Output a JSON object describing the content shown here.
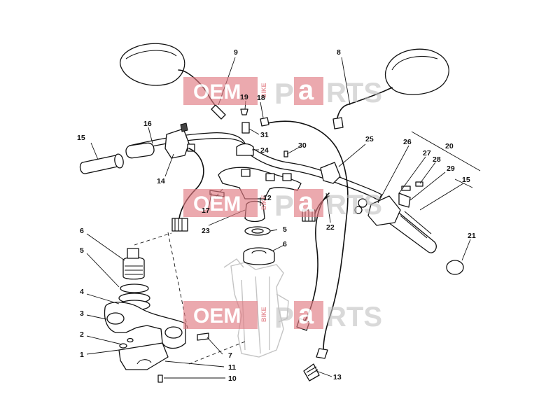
{
  "watermark": {
    "oem": "OEM",
    "side_text": "BIKE",
    "p": "P",
    "a": "a",
    "rts": "RTS"
  },
  "callouts": [
    "1",
    "2",
    "3",
    "4",
    "5",
    "6",
    "7",
    "8",
    "9",
    "10",
    "11",
    "12",
    "13",
    "14",
    "15",
    "16",
    "17",
    "18",
    "19",
    "20",
    "21",
    "22",
    "23",
    "24",
    "25",
    "26",
    "27",
    "28",
    "29",
    "30",
    "31"
  ],
  "labels": {
    "c1": "1",
    "c2": "2",
    "c3": "3",
    "c4": "4",
    "c5a": "5",
    "c5b": "5",
    "c6a": "6",
    "c6b": "6",
    "c7": "7",
    "c8": "8",
    "c9": "9",
    "c10": "10",
    "c11": "11",
    "c12": "12",
    "c13": "13",
    "c14": "14",
    "c15a": "15",
    "c15b": "15",
    "c16": "16",
    "c17": "17",
    "c18": "18",
    "c19": "19",
    "c20": "20",
    "c21": "21",
    "c22": "22",
    "c23": "23",
    "c24": "24",
    "c25": "25",
    "c26": "26",
    "c27": "27",
    "c28": "28",
    "c29": "29",
    "c30": "30",
    "c31": "31"
  },
  "colors": {
    "watermark_red": "#e07880",
    "watermark_grey": "#c0c0c0",
    "line": "#111111"
  }
}
